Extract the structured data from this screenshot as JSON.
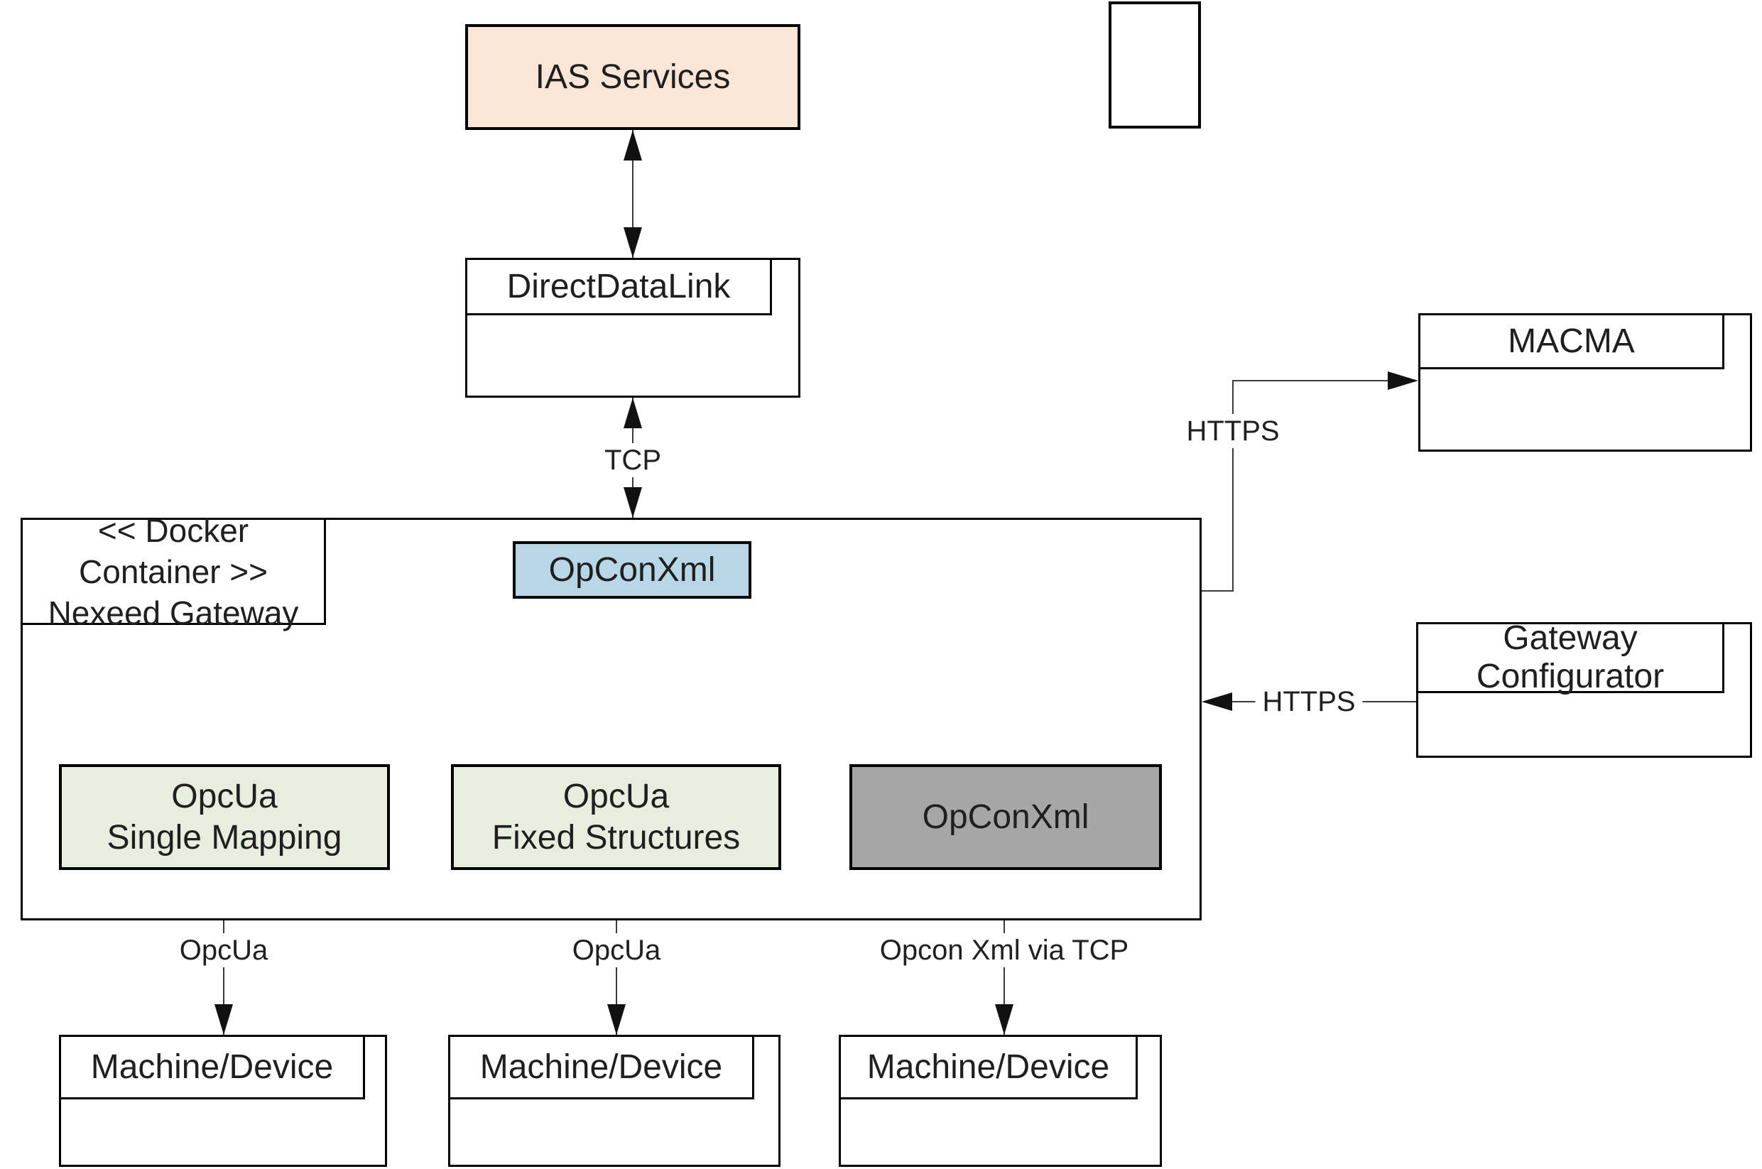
{
  "diagram": {
    "type": "architecture-diagram",
    "colors": {
      "ias_fill": "#fbe5d6",
      "opconxml_blue_fill": "#b9d6e6",
      "opcua_green_fill": "#e8eedd",
      "opconxml_gray_fill": "#a6a6a6",
      "box_border": "#000000",
      "connector": "#3a3a3a",
      "background": "#ffffff"
    },
    "nodes": {
      "ias_services": {
        "label": "IAS Services"
      },
      "empty_box": {
        "label": ""
      },
      "direct_data_link": {
        "label": "DirectDataLink"
      },
      "macma": {
        "label": "MACMA"
      },
      "gateway_configurator": {
        "label": "Gateway Configurator"
      },
      "docker_container": {
        "stereotype": "<< Docker Container >>",
        "name": "Nexeed Gateway"
      },
      "opconxml_blue": {
        "label": "OpConXml"
      },
      "opcua_single_mapping": {
        "line1": "OpcUa",
        "line2": "Single Mapping"
      },
      "opcua_fixed_structures": {
        "line1": "OpcUa",
        "line2": "Fixed Structures"
      },
      "opconxml_gray": {
        "label": "OpConXml"
      },
      "machine_device_1": {
        "label": "Machine/Device"
      },
      "machine_device_2": {
        "label": "Machine/Device"
      },
      "machine_device_3": {
        "label": "Machine/Device"
      }
    },
    "edges": {
      "ias_ddl": {
        "label": "",
        "type": "bidirectional"
      },
      "tcp": {
        "label": "TCP",
        "type": "bidirectional"
      },
      "https_macma": {
        "label": "HTTPS",
        "type": "to-macma"
      },
      "https_gateway_configurator": {
        "label": "HTTPS",
        "type": "to-container"
      },
      "opcua_1": {
        "label": "OpcUa",
        "type": "bidirectional"
      },
      "opcua_2": {
        "label": "OpcUa",
        "type": "bidirectional"
      },
      "opcon_xml_via_tcp": {
        "label": "Opcon Xml via TCP",
        "type": "bidirectional"
      }
    }
  }
}
